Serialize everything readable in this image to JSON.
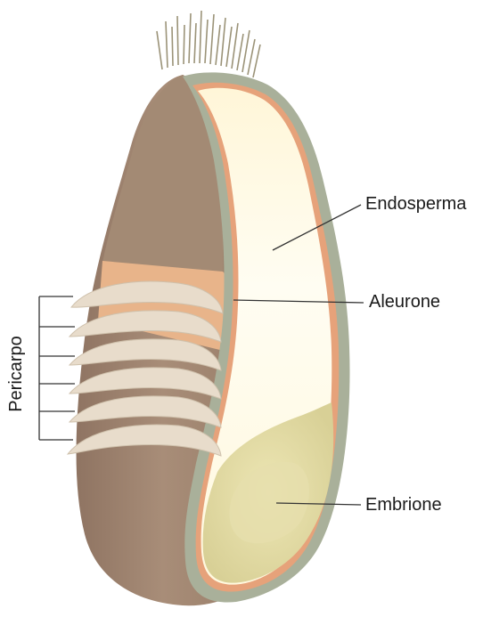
{
  "labels": {
    "endosperma": "Endosperma",
    "aleurone": "Aleurone",
    "embrione": "Embrione",
    "pericarpo": "Pericarpo"
  },
  "colors": {
    "bran_outer": "#a18670",
    "bran_dark": "#8e7360",
    "aleurone_band": "#e8b48a",
    "endosperm": "#fffbe8",
    "germ": "#e1dba0",
    "coat_green": "#a9b09a",
    "leader_line": "#333333",
    "text": "#1a1a1a"
  }
}
